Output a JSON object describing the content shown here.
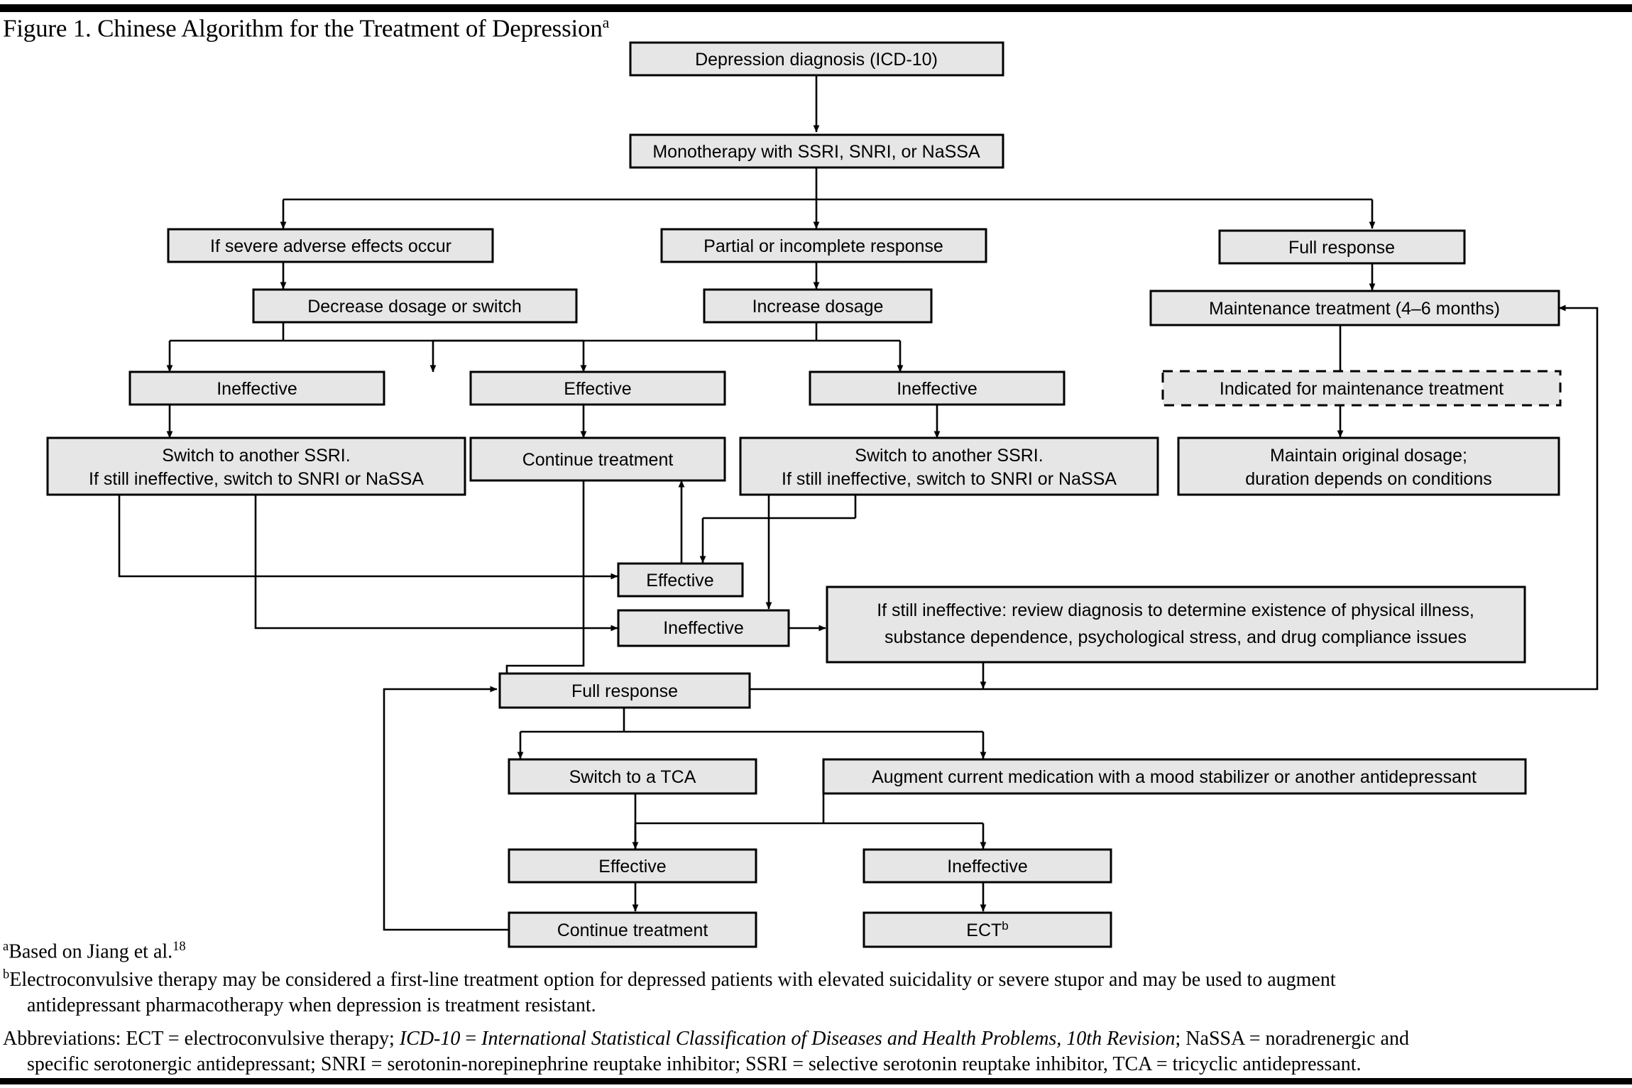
{
  "figure": {
    "title_prefix": "Figure 1. Chinese Algorithm for the Treatment of Depression",
    "title_superscript": "a"
  },
  "chart_data": {
    "type": "diagram",
    "diagram_kind": "flowchart",
    "title": "Figure 1. Chinese Algorithm for the Treatment of Depression",
    "node_fill": "#e6e6e6",
    "node_stroke": "#000000",
    "nodes": [
      {
        "id": "n1",
        "label": "Depression diagnosis (ICD-10)",
        "label_plain": "Depression diagnosis (",
        "label_italic": "ICD-10",
        "label_tail": ")",
        "style": "solid"
      },
      {
        "id": "n2",
        "label": "Monotherapy with SSRI, SNRI, or NaSSA",
        "style": "solid"
      },
      {
        "id": "n3",
        "label": "If severe adverse effects occur",
        "style": "solid"
      },
      {
        "id": "n4",
        "label": "Partial or incomplete response",
        "style": "solid"
      },
      {
        "id": "n5",
        "label": "Full response",
        "style": "solid"
      },
      {
        "id": "n6",
        "label": "Decrease dosage or switch",
        "style": "solid"
      },
      {
        "id": "n7",
        "label": "Increase dosage",
        "style": "solid"
      },
      {
        "id": "n8",
        "label": "Maintenance treatment (4–6 months)",
        "style": "solid"
      },
      {
        "id": "n9",
        "label": "Ineffective",
        "style": "solid"
      },
      {
        "id": "n10",
        "label": "Effective",
        "style": "solid"
      },
      {
        "id": "n11",
        "label": "Ineffective",
        "style": "solid"
      },
      {
        "id": "n12",
        "label": "Indicated for maintenance treatment",
        "style": "dashed"
      },
      {
        "id": "n13",
        "label_lines": [
          "Switch to another SSRI.",
          "If still ineffective, switch to SNRI or NaSSA"
        ],
        "style": "solid"
      },
      {
        "id": "n14",
        "label": "Continue treatment",
        "style": "solid"
      },
      {
        "id": "n15",
        "label_lines": [
          "Switch to another SSRI.",
          "If still ineffective, switch  to SNRI or NaSSA"
        ],
        "style": "solid"
      },
      {
        "id": "n16",
        "label_lines": [
          "Maintain original dosage;",
          "duration depends on conditions"
        ],
        "style": "solid"
      },
      {
        "id": "n17",
        "label": "Effective",
        "style": "solid"
      },
      {
        "id": "n18",
        "label": "Ineffective",
        "style": "solid"
      },
      {
        "id": "n19",
        "label_lines": [
          "If still ineffective: review diagnosis to determine existence of physical illness,",
          "substance dependence, psychological stress, and drug compliance issues"
        ],
        "style": "solid"
      },
      {
        "id": "n20",
        "label": "Full response",
        "style": "solid"
      },
      {
        "id": "n21",
        "label": "Switch to a TCA",
        "style": "solid"
      },
      {
        "id": "n22",
        "label": "Augment current medication with a mood stabilizer or another antidepressant",
        "style": "solid"
      },
      {
        "id": "n23",
        "label": "Effective",
        "style": "solid"
      },
      {
        "id": "n24",
        "label": "Ineffective",
        "style": "solid"
      },
      {
        "id": "n25",
        "label": "Continue treatment",
        "style": "solid"
      },
      {
        "id": "n26",
        "label": "ECT",
        "superscript": "b",
        "style": "solid"
      }
    ],
    "edges": [
      {
        "from": "n1",
        "to": "n2"
      },
      {
        "from": "n2",
        "to": "n3"
      },
      {
        "from": "n2",
        "to": "n4"
      },
      {
        "from": "n2",
        "to": "n5"
      },
      {
        "from": "n3",
        "to": "n6"
      },
      {
        "from": "n4",
        "to": "n7"
      },
      {
        "from": "n5",
        "to": "n8"
      },
      {
        "from": "n6",
        "to": "n9"
      },
      {
        "from": "n6",
        "to": "n10"
      },
      {
        "from": "n7",
        "to": "n10"
      },
      {
        "from": "n7",
        "to": "n11"
      },
      {
        "from": "n8",
        "to": "n12"
      },
      {
        "from": "n9",
        "to": "n13"
      },
      {
        "from": "n10",
        "to": "n14"
      },
      {
        "from": "n11",
        "to": "n15"
      },
      {
        "from": "n12",
        "to": "n16"
      },
      {
        "from": "n15",
        "to": "n17"
      },
      {
        "from": "n15",
        "to": "n18"
      },
      {
        "from": "n13",
        "to": "n18"
      },
      {
        "from": "n17",
        "to": "n14"
      },
      {
        "from": "n18",
        "to": "n19"
      },
      {
        "from": "n19",
        "to": "n20"
      },
      {
        "from": "n14",
        "to": "n20"
      },
      {
        "from": "n20",
        "to": "n8"
      },
      {
        "from": "n20",
        "to": "n21"
      },
      {
        "from": "n20",
        "to": "n22"
      },
      {
        "from": "n21",
        "to": "n23"
      },
      {
        "from": "n22",
        "to": "n23"
      },
      {
        "from": "n22",
        "to": "n24"
      },
      {
        "from": "n23",
        "to": "n25"
      },
      {
        "from": "n24",
        "to": "n26"
      },
      {
        "from": "n25",
        "to": "n20"
      }
    ]
  },
  "footnotes": {
    "a_marker": "a",
    "a_text_pre": "Based on Jiang et al.",
    "a_ref": "18",
    "b_marker": "b",
    "b_line1": "Electroconvulsive therapy may be considered a first-line treatment option for depressed patients with elevated suicidality or severe stupor and may be used to augment",
    "b_line2": "antidepressant pharmacotherapy when depression is treatment resistant.",
    "abbr_label": "Abbreviations:",
    "abbr_seg1": " ECT = electroconvulsive therapy; ",
    "abbr_ital1": "ICD-10",
    "abbr_seg2": " = ",
    "abbr_ital2": "International Statistical Classification of Diseases and Health Problems, 10th Revision",
    "abbr_seg3": "; NaSSA = noradrenergic and",
    "abbr_line2": "specific serotonergic antidepressant; SNRI = serotonin-norepinephrine reuptake inhibitor; SSRI = selective serotonin reuptake inhibitor, TCA = tricyclic antidepressant."
  }
}
